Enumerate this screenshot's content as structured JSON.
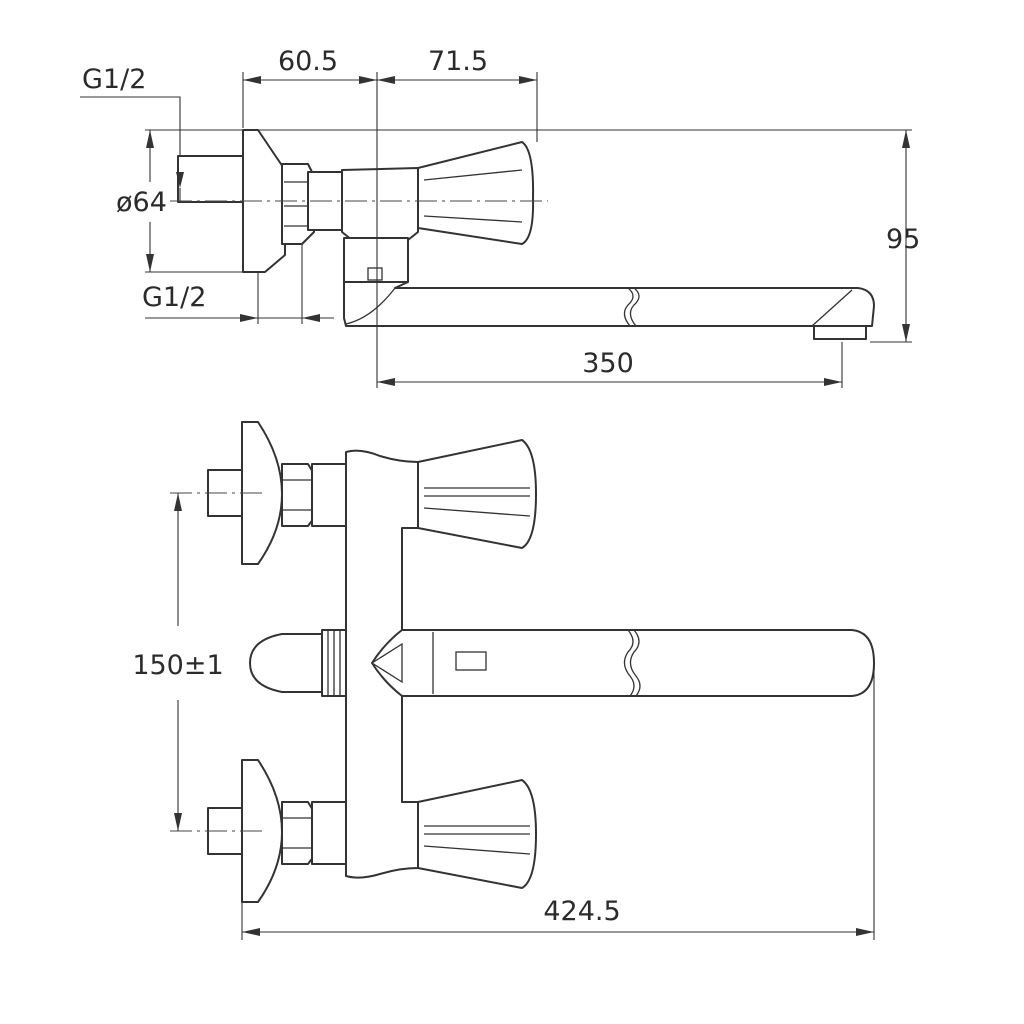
{
  "diagram": {
    "dimensions": {
      "thread_top": "G1/2",
      "thread_bottom": "G1/2",
      "flange_diameter": "ø64",
      "body_depth": "60.5",
      "handle_depth": "71.5",
      "height": "95",
      "spout_reach": "350",
      "inlet_spacing": "150±1",
      "overall_width": "424.5"
    },
    "colors": {
      "line": "#333333",
      "background": "#ffffff"
    }
  }
}
